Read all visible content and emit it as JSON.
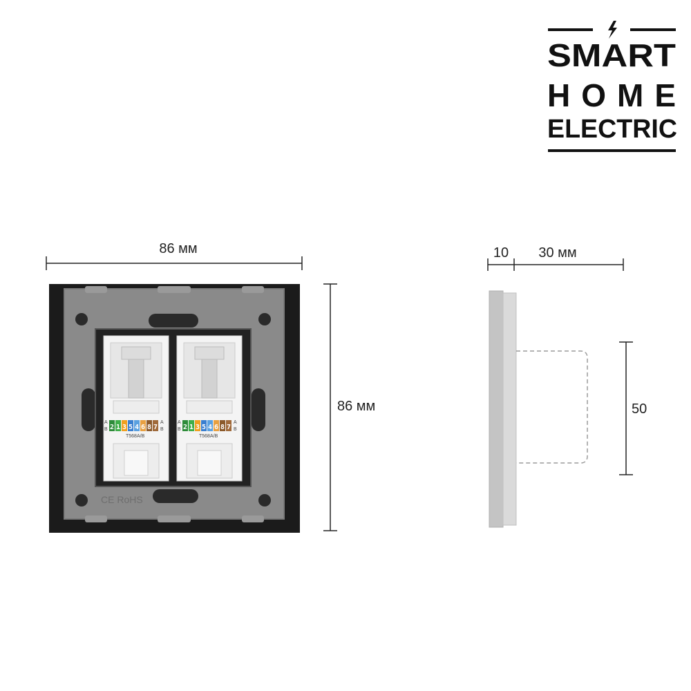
{
  "logo": {
    "line1": "SMART",
    "line2": "HOME",
    "line3": "ELECTRIC",
    "icon": "lightning-bolt-icon"
  },
  "front_view": {
    "width_label": "86 мм",
    "height_label": "86 мм",
    "marking": "CE RoHS",
    "ports": [
      {
        "standard": "T568A/B",
        "pins": [
          "2",
          "1",
          "3",
          "5",
          "4",
          "6",
          "8",
          "7"
        ],
        "row_a": "A",
        "row_b": "B"
      },
      {
        "standard": "T568A/B",
        "pins": [
          "2",
          "1",
          "3",
          "5",
          "4",
          "6",
          "8",
          "7"
        ],
        "row_a": "A",
        "row_b": "B"
      }
    ]
  },
  "side_view": {
    "plate_depth_label": "10",
    "body_depth_label": "30 мм",
    "body_height_label": "50"
  },
  "colors": {
    "frame": "#1b1b1b",
    "back_plate": "#8a8a8a",
    "module": "#f4f4f4",
    "side_plate": "#c9c9c9",
    "pin_colors": [
      "#2e8b3a",
      "#3fae49",
      "#f0a020",
      "#3a7fd0",
      "#5aa0e0",
      "#e8a040",
      "#8b5a2b",
      "#a06a3b"
    ]
  }
}
